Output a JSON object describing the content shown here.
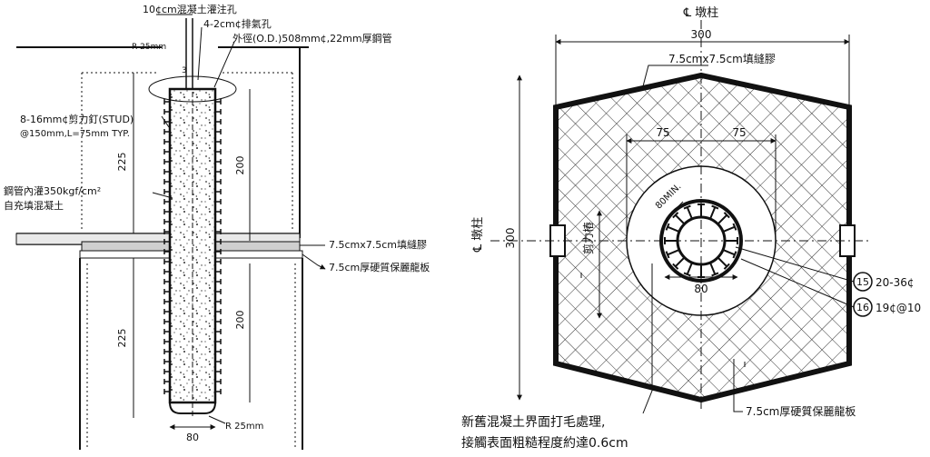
{
  "left": {
    "callouts": {
      "pour_hole": "10¢cm混凝土灌注孔",
      "vent_holes": "4-2cm¢排氣孔",
      "steel_pipe": "外徑(O.D.)508mm¢,22mm厚鋼管",
      "r_top": "R 25mm",
      "r_bottom": "R 25mm",
      "studs_line1": "8-16mm¢剪力釘(STUD)",
      "studs_line2": "@150mm,L=75mm TYP.",
      "fill_line1": "鋼管內灌350kgf/cm²",
      "fill_line2": "自充填混凝土",
      "joint_sealant": "7.5cmx7.5cm填縫膠",
      "protection_board": "7.5cm厚硬質保麗龍板",
      "top_mark": "3"
    },
    "dimensions": {
      "upper_225": "225",
      "lower_225": "225",
      "upper_200": "200",
      "lower_200": "200",
      "bottom_80": "80"
    }
  },
  "right": {
    "labels": {
      "pier_center_top": "℄ 墩柱",
      "pier_center_side": "℄ 墩柱",
      "top_width": "300",
      "side_height": "300",
      "joint_sealant": "7.5cmx7.5cm填縫膠",
      "dim_75_left": "75",
      "dim_75_right": "75",
      "shear_studs": "剪力樁",
      "min_80": "80MIN.",
      "dim_80": "80",
      "bar_mark_15": "15",
      "bar_spec_15": "20-36¢",
      "bar_mark_16": "16",
      "bar_spec_16": "19¢@10",
      "protection_board": "7.5cm厚硬質保麗龍板",
      "note_line1": "新舊混凝土界面打毛處理,",
      "note_line2": "接觸表面粗糙程度約達0.6cm"
    }
  }
}
